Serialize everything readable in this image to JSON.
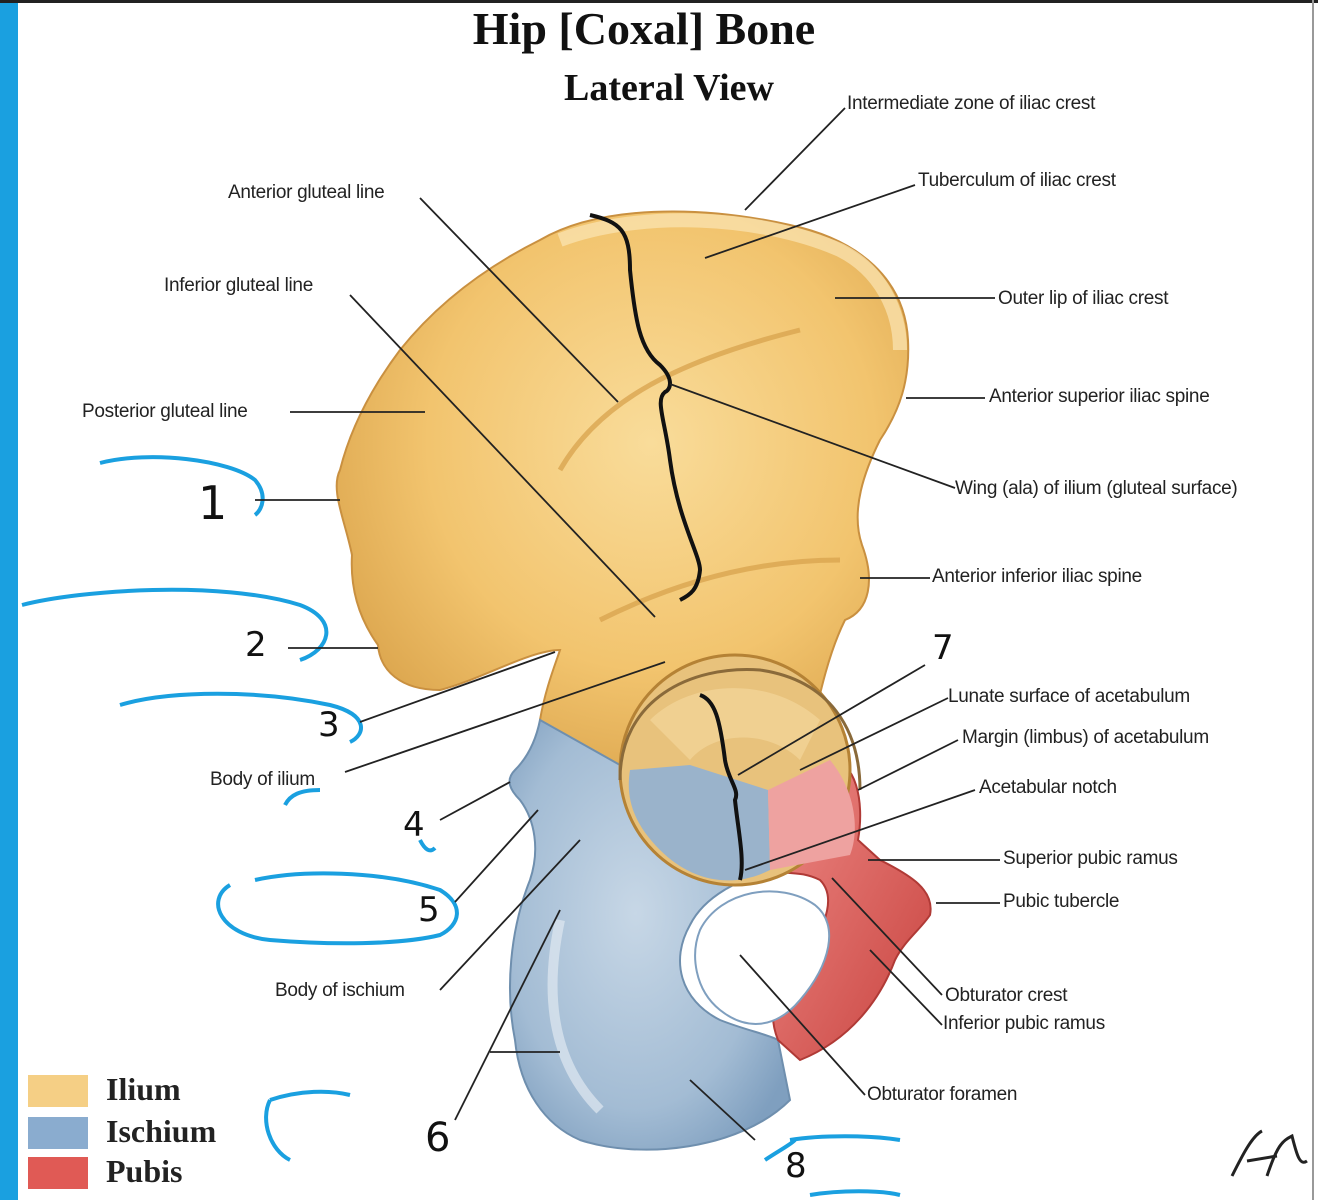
{
  "title": "Hip [Coxal] Bone",
  "subtitle": "Lateral View",
  "labels": {
    "intermediate_zone": "Intermediate zone of iliac crest",
    "tuberculum": "Tuberculum of iliac crest",
    "anterior_gluteal": "Anterior gluteal line",
    "inferior_gluteal": "Inferior gluteal line",
    "outer_lip": "Outer lip of iliac crest",
    "posterior_gluteal": "Posterior gluteal line",
    "asis": "Anterior superior iliac spine",
    "wing": "Wing (ala) of ilium (gluteal surface)",
    "aiis": "Anterior inferior iliac spine",
    "lunate": "Lunate surface of acetabulum",
    "margin": "Margin (limbus) of acetabulum",
    "notch": "Acetabular notch",
    "body_ilium": "Body of ilium",
    "sup_pubic": "Superior pubic ramus",
    "pubic_tubercle": "Pubic tubercle",
    "body_ischium": "Body of ischium",
    "obturator_crest": "Obturator crest",
    "inf_pubic": "Inferior pubic ramus",
    "obturator_foramen": "Obturator foramen"
  },
  "numbers": {
    "n1": "1",
    "n2": "2",
    "n3": "3",
    "n4": "4",
    "n5": "5",
    "n6": "6",
    "n7": "7",
    "n8": "8"
  },
  "legend": [
    {
      "label": "Ilium",
      "color": "#f5cf85"
    },
    {
      "label": "Ischium",
      "color": "#8aaccf"
    },
    {
      "label": "Pubis",
      "color": "#e05a55"
    }
  ],
  "colors": {
    "ilium": "#f2c46e",
    "ischium": "#a6bfd6",
    "pubis": "#dd5b57",
    "ink": "#1aa0e0"
  }
}
